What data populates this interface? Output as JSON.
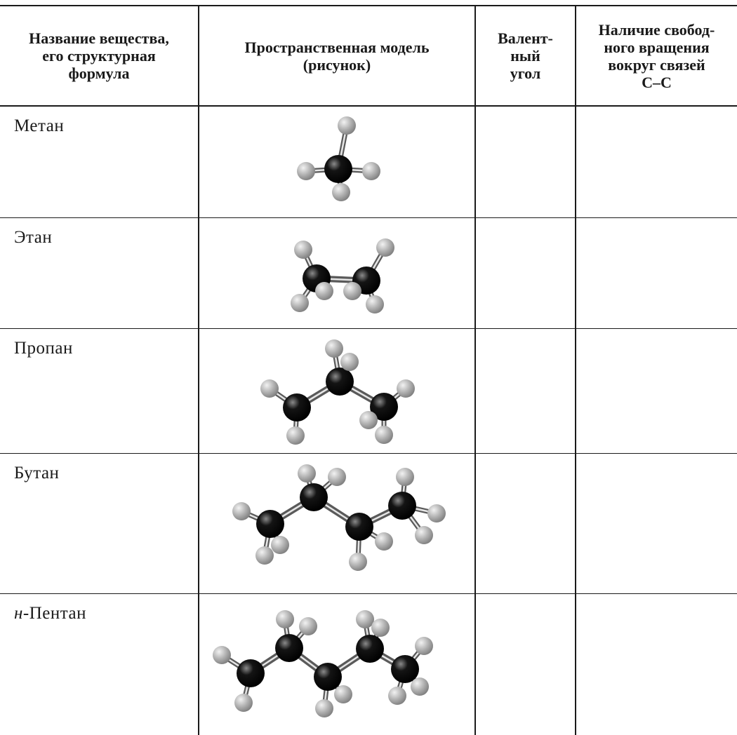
{
  "table": {
    "headers": [
      "Название вещества,\nего структурная\nформула",
      "Пространственная модель\n(рисунок)",
      "Валент-\nный\nугол",
      "Наличие свобод-\nного вращения\nвокруг связей\nС–С"
    ],
    "rows": [
      {
        "name_prefix": "",
        "name": "Метан",
        "model": "methane-model",
        "angle": "",
        "rotation": ""
      },
      {
        "name_prefix": "",
        "name": "Этан",
        "model": "ethane-model",
        "angle": "",
        "rotation": ""
      },
      {
        "name_prefix": "",
        "name": "Пропан",
        "model": "propane-model",
        "angle": "",
        "rotation": ""
      },
      {
        "name_prefix": "",
        "name": "Бутан",
        "model": "butane-model",
        "angle": "",
        "rotation": ""
      },
      {
        "name_prefix": "н",
        "name": "-Пентан",
        "model": "pentane-model",
        "angle": "",
        "rotation": ""
      }
    ]
  },
  "colors": {
    "line": "#1a1a1a",
    "carbon": "#141414",
    "hydrogen": "#b4b4b4",
    "bond": "#5a5a5a"
  }
}
